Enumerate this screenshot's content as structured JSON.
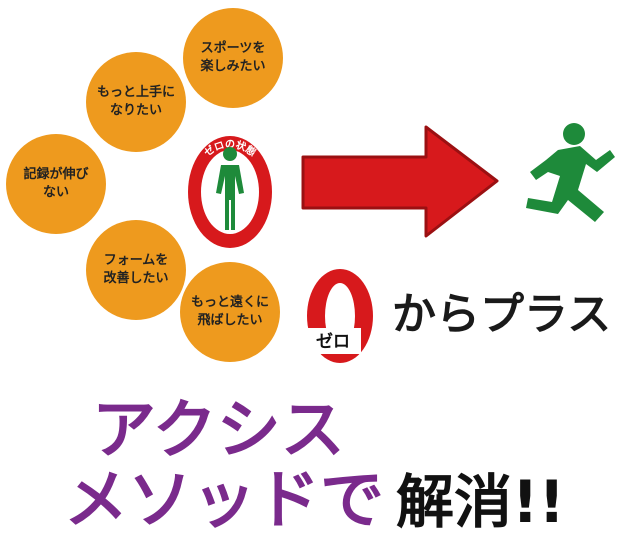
{
  "bubbles": [
    {
      "line1": "スポーツを",
      "line2": "楽しみたい"
    },
    {
      "line1": "もっと上手に",
      "line2": "なりたい"
    },
    {
      "line1": "記録が伸び",
      "line2": "ない"
    },
    {
      "line1": "フォームを",
      "line2": "改善したい"
    },
    {
      "line1": "もっと遠くに",
      "line2": "飛ばしたい"
    }
  ],
  "zero_state_label": "ゼロの状態",
  "zero_badge": "ゼロ",
  "plus_text": "からプラス",
  "headline": {
    "line1": "アクシス",
    "line2": "メソッドで",
    "accent": "解消!!"
  },
  "colors": {
    "orange": "#EE9A1E",
    "red": "#D7191C",
    "green": "#1E8A3A",
    "purple": "#7A2A8C"
  },
  "icons": [
    "standing-person-icon",
    "running-person-icon",
    "right-arrow-icon"
  ]
}
